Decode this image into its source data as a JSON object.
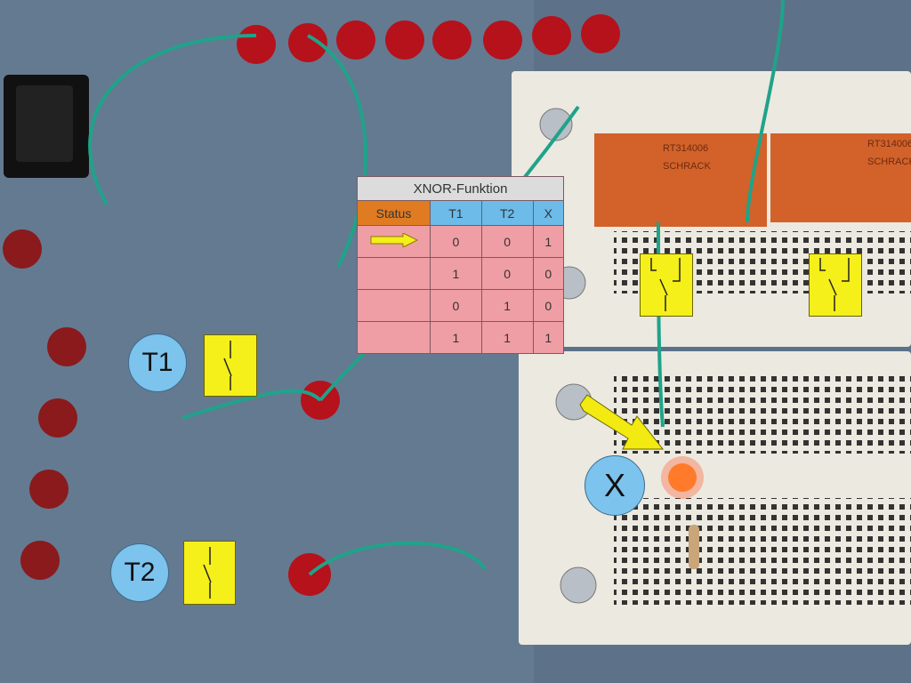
{
  "table": {
    "title": "XNOR-Funktion",
    "headers": [
      "Status",
      "T1",
      "T2",
      "X"
    ],
    "rows": [
      {
        "status_icon": "yellow-arrow",
        "T1": "0",
        "T2": "0",
        "X": "1"
      },
      {
        "T1": "1",
        "T2": "0",
        "X": "0"
      },
      {
        "T1": "0",
        "T2": "1",
        "X": "0"
      },
      {
        "T1": "1",
        "T2": "1",
        "X": "1"
      }
    ]
  },
  "labels": {
    "t1": "T1",
    "t2": "T2",
    "x": "X"
  },
  "relays": {
    "model": "RT314006",
    "brand": "SCHRACK"
  },
  "colors": {
    "label_circle": "#7cc3ee",
    "switch_box": "#f5ef1a",
    "arrow": "#f2ea10",
    "led": "#ff5a2a"
  }
}
